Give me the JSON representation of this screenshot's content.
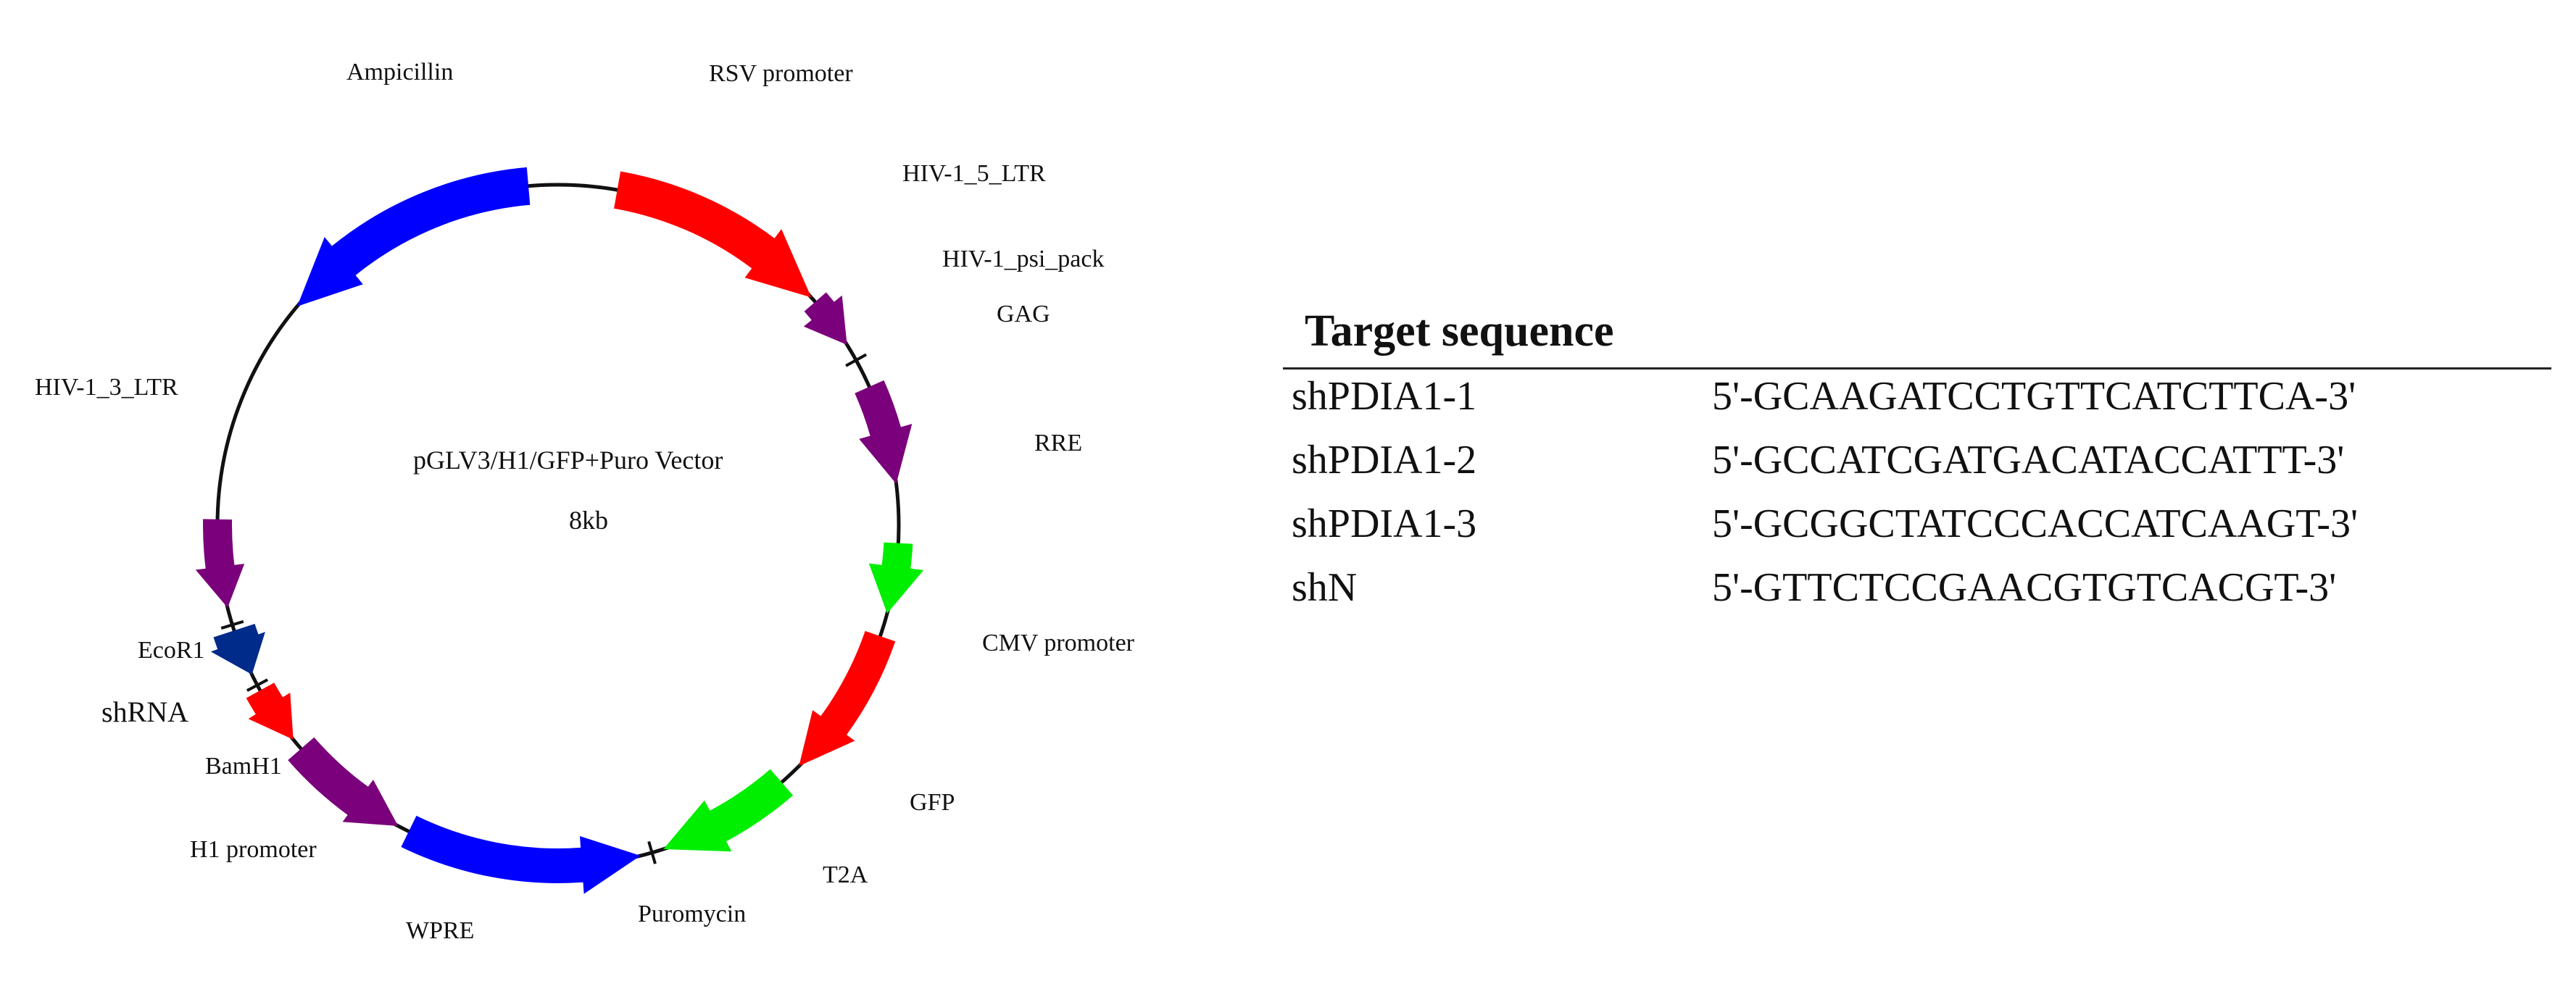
{
  "plasmid": {
    "name": "pGLV3/H1/GFP+Puro Vector",
    "size": "8kb",
    "colors": {
      "red": "#ff0000",
      "purple": "#7b007b",
      "green": "#00ee00",
      "blue": "#0000ff",
      "navy": "#002b8a"
    },
    "labels": {
      "ampicillin": "Ampicillin",
      "rsv_promoter": "RSV promoter",
      "hiv_5_ltr": "HIV-1_5_LTR",
      "hiv_psi_pack": "HIV-1_psi_pack",
      "gag": "GAG",
      "rre": "RRE",
      "cmv_promoter": "CMV promoter",
      "gfp": "GFP",
      "t2a": "T2A",
      "puromycin": "Puromycin",
      "wpre": "WPRE",
      "h1_promoter": "H1 promoter",
      "bamh1": "BamH1",
      "shrna": "shRNA",
      "ecor1": "EcoR1",
      "hiv_3_ltr": "HIV-1_3_LTR"
    }
  },
  "table": {
    "header": "Target sequence",
    "rows": [
      {
        "name": "shPDIA1-1",
        "sequence": "5'-GCAAGATCCTGTTCATCTTCA-3'"
      },
      {
        "name": "shPDIA1-2",
        "sequence": "5'-GCCATCGATGACATACCATTT-3'"
      },
      {
        "name": "shPDIA1-3",
        "sequence": "5'-GCGGCTATCCCACCATCAAGT-3'"
      },
      {
        "name": "shN",
        "sequence": "5'-GTTCTCCGAACGTGTCACGT-3'"
      }
    ]
  }
}
